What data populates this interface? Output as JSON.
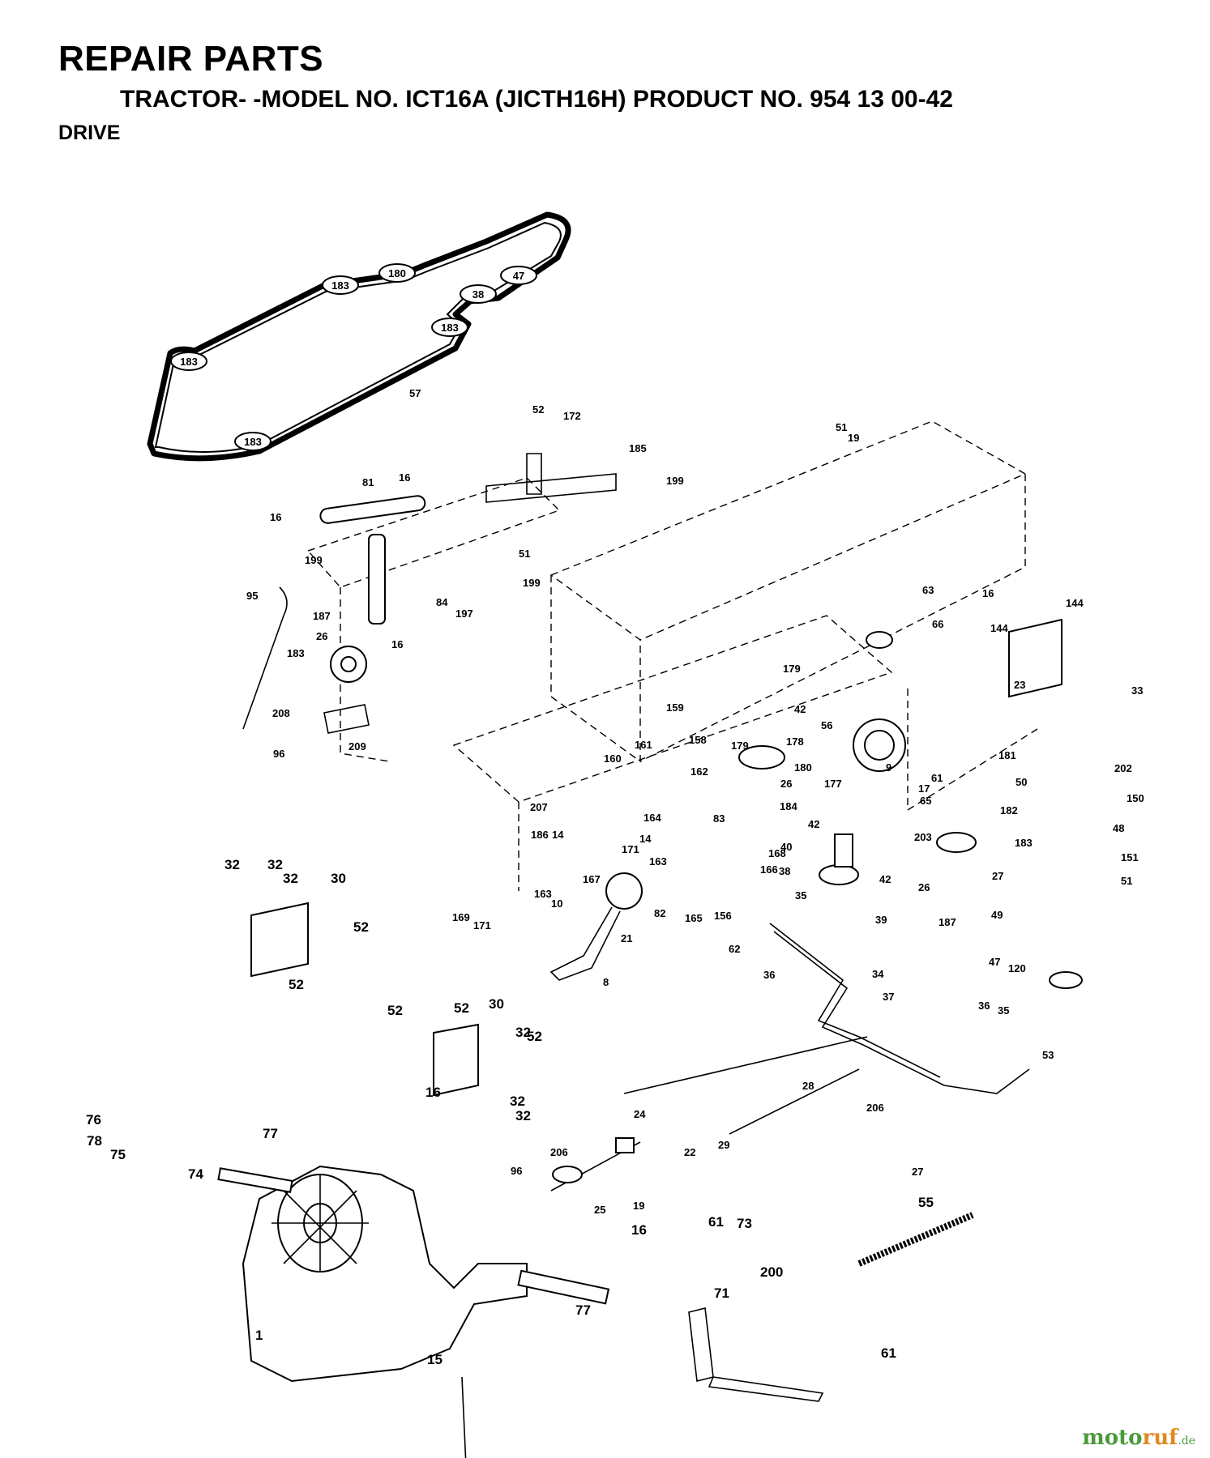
{
  "header": {
    "title": "REPAIR PARTS",
    "subtitle": "TRACTOR- -MODEL NO. ICT16A (JICTH16H) PRODUCT NO. 954 13 00-42",
    "section": "DRIVE"
  },
  "belt_labels": [
    "183",
    "180",
    "47",
    "38",
    "183",
    "183",
    "183"
  ],
  "callouts": [
    "57",
    "52",
    "172",
    "185",
    "199",
    "81",
    "16",
    "16",
    "199",
    "51",
    "199",
    "84",
    "197",
    "95",
    "187",
    "26",
    "16",
    "183",
    "208",
    "96",
    "209",
    "51",
    "19",
    "63",
    "66",
    "16",
    "144",
    "144",
    "23",
    "33",
    "179",
    "42",
    "56",
    "178",
    "179",
    "180",
    "26",
    "184",
    "177",
    "9",
    "17",
    "65",
    "61",
    "181",
    "50",
    "202",
    "150",
    "182",
    "48",
    "42",
    "40",
    "203",
    "183",
    "38",
    "42",
    "27",
    "151",
    "51",
    "26",
    "39",
    "187",
    "49",
    "47",
    "120",
    "161",
    "159",
    "158",
    "160",
    "162",
    "164",
    "14",
    "83",
    "163",
    "207",
    "186",
    "14",
    "167",
    "171",
    "168",
    "166",
    "163",
    "169",
    "171",
    "10",
    "82",
    "165",
    "156",
    "21",
    "35",
    "62",
    "36",
    "8",
    "34",
    "37",
    "32",
    "32",
    "32",
    "30",
    "52",
    "52",
    "52",
    "52",
    "30",
    "52",
    "32",
    "32",
    "16",
    "32",
    "36",
    "35",
    "53",
    "28",
    "206",
    "27",
    "24",
    "22",
    "29",
    "206",
    "96",
    "19",
    "25",
    "76",
    "78",
    "75",
    "74",
    "77",
    "61",
    "73",
    "55",
    "16",
    "200",
    "71",
    "1",
    "77",
    "15",
    "61"
  ],
  "watermark": {
    "brand_a": "moto",
    "brand_b": "ruf",
    "domain": ".de"
  }
}
